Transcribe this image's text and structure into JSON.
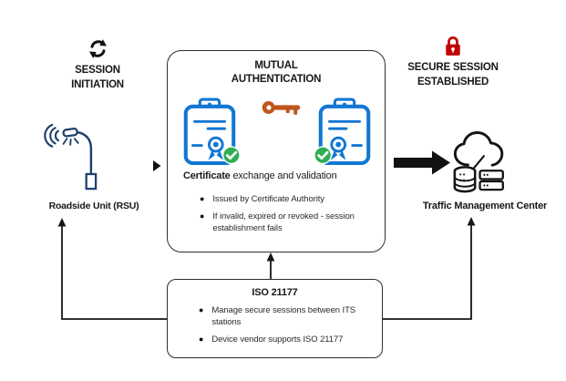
{
  "diagram": {
    "session_initiation": {
      "line1": "SESSION",
      "line2": "INITIATION"
    },
    "rsu_label": "Roadside Unit (RSU)",
    "secure_session": {
      "line1": "SECURE SESSION",
      "line2": "ESTABLISHED"
    },
    "tmc_label": "Traffic Management Center",
    "mutual_auth": {
      "title_line1": "MUTUAL",
      "title_line2": "AUTHENTICATION",
      "caption_bold": "Certificate",
      "caption_rest": " exchange and validation",
      "bullet1": "Issued by Certificate Authority",
      "bullet2": "If invalid, expired or revoked - session establishment fails"
    },
    "iso": {
      "title": "ISO 21177",
      "bullet1": "Manage secure sessions between ITS stations",
      "bullet2": "Device vendor supports ISO 21177"
    },
    "bullet_glyph": "●",
    "colors": {
      "certificate_blue": "#1177d3",
      "check_green": "#2fae54",
      "key_orange": "#c0551d",
      "lock_red": "#c00000",
      "rsu_navy": "#20406e",
      "line_black": "#161616"
    }
  }
}
